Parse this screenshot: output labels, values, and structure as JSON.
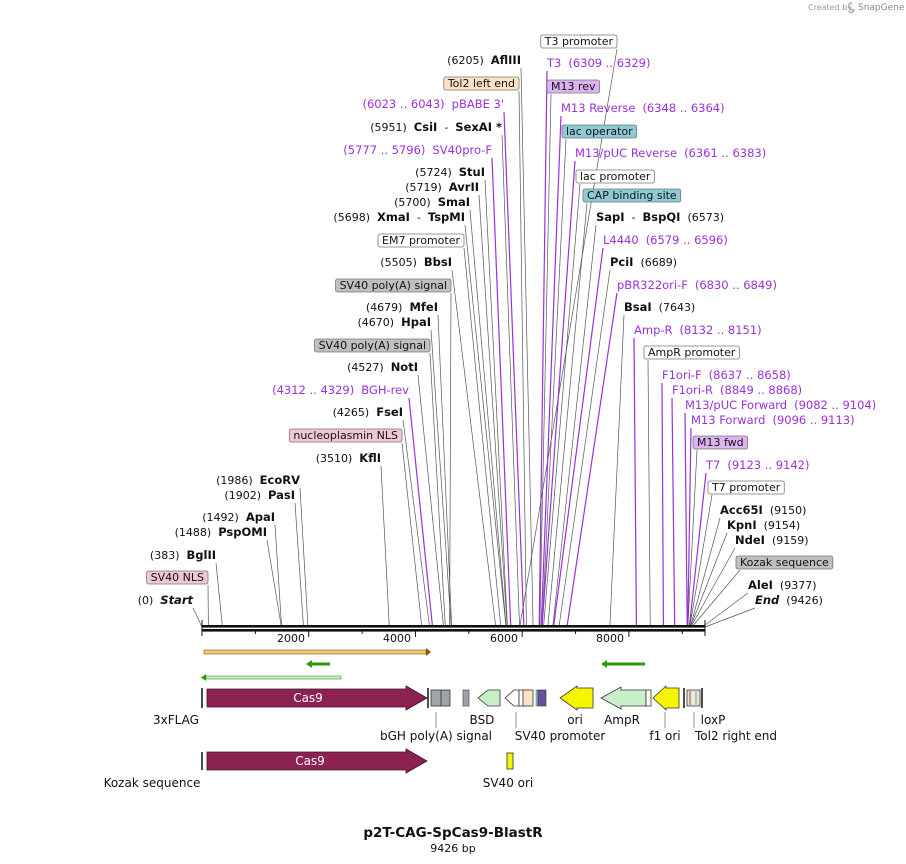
{
  "brand": {
    "created_by": "Created by",
    "name": "SnapGene"
  },
  "map": {
    "title": "p2T-CAG-SpCas9-BlastR",
    "length_label": "9426 bp",
    "total_bp": 9426
  },
  "ticks": [
    "2000",
    "4000",
    "6000",
    "8000"
  ],
  "label_colors": {
    "white": "#ffffff",
    "peach": "#fde2c2",
    "purple": "#dcb4f0",
    "blue": "#8ecbd6",
    "gray": "#c0c0c0",
    "pink": "#f2c6d6",
    "primer": "#9b30d9",
    "cas9": "#8b2252",
    "yellow": "#f5f500",
    "green": "#c8f0c8",
    "lime": "#2e9a0a",
    "orange": "#f5a623"
  },
  "annotations": [
    {
      "kind": "box",
      "text": "T3 promoter",
      "box": "white",
      "pos": 5954
    },
    {
      "kind": "site",
      "coord": "(6205)",
      "name": "AflIII",
      "pos": 6205
    },
    {
      "kind": "primer",
      "name": "T3",
      "coord": "(6309 .. 6329)",
      "pos": 6319
    },
    {
      "kind": "box",
      "text": "Tol2 left end",
      "box": "peach",
      "pos": 6080
    },
    {
      "kind": "box",
      "text": "M13 rev",
      "box": "purple",
      "pos": 6330
    },
    {
      "kind": "primer",
      "coord": "(6023 .. 6043)",
      "name": "pBABE 3'",
      "pos": 6033
    },
    {
      "kind": "primer",
      "name": "M13 Reverse",
      "coord": "(6348 .. 6364)",
      "pos": 6356
    },
    {
      "kind": "site2",
      "coord": "(5951)",
      "name": "CsiI",
      "sep": "-",
      "name2": "SexAI *",
      "pos": 5951
    },
    {
      "kind": "box",
      "text": "lac operator",
      "box": "blue",
      "pos": 6372
    },
    {
      "kind": "primer",
      "coord": "(5777 .. 5796)",
      "name": "SV40pro-F",
      "pos": 5786
    },
    {
      "kind": "primer",
      "name": "M13/pUC Reverse",
      "coord": "(6361 .. 6383)",
      "pos": 6372
    },
    {
      "kind": "box",
      "text": "lac promoter",
      "box": "white",
      "pos": 6400
    },
    {
      "kind": "site",
      "coord": "(5724)",
      "name": "StuI",
      "pos": 5724
    },
    {
      "kind": "site",
      "coord": "(5719)",
      "name": "AvrII",
      "pos": 5719
    },
    {
      "kind": "box",
      "text": "CAP binding site",
      "box": "blue",
      "pos": 6480
    },
    {
      "kind": "site",
      "coord": "(5700)",
      "name": "SmaI",
      "pos": 5700
    },
    {
      "kind": "site2",
      "coord": "(5698)",
      "name": "XmaI",
      "sep": "-",
      "name2": "TspMI",
      "pos": 5698
    },
    {
      "kind": "site2r",
      "name": "SapI",
      "sep": "-",
      "name2": "BspQI",
      "coord": "(6573)",
      "pos": 6573
    },
    {
      "kind": "box",
      "text": "EM7 promoter",
      "box": "white",
      "pos": 5600
    },
    {
      "kind": "primer",
      "name": "L4440",
      "coord": "(6579 .. 6596)",
      "pos": 6587
    },
    {
      "kind": "site",
      "coord": "(5505)",
      "name": "BbsI",
      "pos": 5505
    },
    {
      "kind": "site",
      "name": "PciI",
      "coord": "(6689)",
      "pos": 6689
    },
    {
      "kind": "box",
      "text": "SV40 poly(A) signal",
      "box": "gray",
      "pos": 4640
    },
    {
      "kind": "primer",
      "name": "pBR322ori-F",
      "coord": "(6830 .. 6849)",
      "pos": 6839
    },
    {
      "kind": "site",
      "coord": "(4679)",
      "name": "MfeI",
      "pos": 4679
    },
    {
      "kind": "site",
      "name": "BsaI",
      "coord": "(7643)",
      "pos": 7643
    },
    {
      "kind": "site",
      "coord": "(4670)",
      "name": "HpaI",
      "pos": 4670
    },
    {
      "kind": "primer",
      "name": "Amp-R",
      "coord": "(8132 .. 8151)",
      "pos": 8141
    },
    {
      "kind": "box",
      "text": "SV40 poly(A) signal",
      "box": "gray",
      "pos": 4560
    },
    {
      "kind": "box",
      "text": "AmpR promoter",
      "box": "white",
      "pos": 8400
    },
    {
      "kind": "site",
      "coord": "(4527)",
      "name": "NotI",
      "pos": 4527
    },
    {
      "kind": "primer",
      "name": "F1ori-F",
      "coord": "(8637 .. 8658)",
      "pos": 8647
    },
    {
      "kind": "primer",
      "coord": "(4312 .. 4329)",
      "name": "BGH-rev",
      "pos": 4320
    },
    {
      "kind": "primer",
      "name": "F1ori-R",
      "coord": "(8849 .. 8868)",
      "pos": 8858
    },
    {
      "kind": "site",
      "coord": "(4265)",
      "name": "FseI",
      "pos": 4265
    },
    {
      "kind": "primer",
      "name": "M13/pUC Forward",
      "coord": "(9082 .. 9104)",
      "pos": 9093
    },
    {
      "kind": "primer",
      "name": "M13 Forward",
      "coord": "(9096 .. 9113)",
      "pos": 9104
    },
    {
      "kind": "box",
      "text": "nucleoplasmin NLS",
      "box": "pink",
      "pos": 4120
    },
    {
      "kind": "box",
      "text": "M13 fwd",
      "box": "purple",
      "pos": 9104
    },
    {
      "kind": "site",
      "coord": "(3510)",
      "name": "KflI",
      "pos": 3510
    },
    {
      "kind": "primer",
      "name": "T7",
      "coord": "(9123 .. 9142)",
      "pos": 9132
    },
    {
      "kind": "box",
      "text": "T7 promoter",
      "box": "white",
      "pos": 9140
    },
    {
      "kind": "site",
      "coord": "(1986)",
      "name": "EcoRV",
      "pos": 1986
    },
    {
      "kind": "site",
      "coord": "(1902)",
      "name": "PasI",
      "pos": 1902
    },
    {
      "kind": "site",
      "name": "Acc65I",
      "coord": "(9150)",
      "pos": 9150
    },
    {
      "kind": "site",
      "coord": "(1492)",
      "name": "ApaI",
      "pos": 1492
    },
    {
      "kind": "site",
      "name": "KpnI",
      "coord": "(9154)",
      "pos": 9154
    },
    {
      "kind": "site",
      "coord": "(1488)",
      "name": "PspOMI",
      "pos": 1488
    },
    {
      "kind": "site",
      "name": "NdeI",
      "coord": "(9159)",
      "pos": 9159
    },
    {
      "kind": "box",
      "text": "Kozak sequence",
      "box": "gray",
      "pos": 9180
    },
    {
      "kind": "site",
      "coord": "(383)",
      "name": "BglII",
      "pos": 383
    },
    {
      "kind": "box",
      "text": "SV40 NLS",
      "box": "pink",
      "pos": 120
    },
    {
      "kind": "site",
      "name": "AleI",
      "coord": "(9377)",
      "pos": 9377
    },
    {
      "kind": "site_i",
      "coord": "(0)",
      "name": "Start",
      "pos": 0
    },
    {
      "kind": "site_i",
      "name": "End",
      "coord": "(9426)",
      "pos": 9426
    }
  ],
  "features": {
    "cas9_label": "Cas9",
    "cas9_label_2": "Cas9",
    "labels": [
      "3xFLAG",
      "bGH poly(A) signal",
      "BSD",
      "SV40 promoter",
      "ori",
      "AmpR",
      "f1 ori",
      "loxP",
      "Tol2 right end",
      "Kozak sequence",
      "SV40 ori"
    ]
  }
}
